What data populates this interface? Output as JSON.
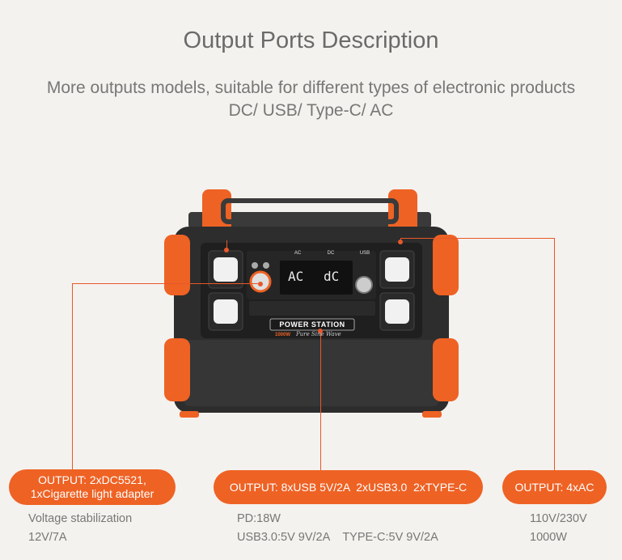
{
  "header": {
    "title": "Output Ports Description",
    "subtitle_line1": "More outputs models, suitable for different types of electronic products",
    "subtitle_line2": "DC/ USB/ Type-C/ AC"
  },
  "device": {
    "brand_label": "POWER STATION",
    "tagline": "Pure Sine Wave",
    "capacity_badge": "1000W",
    "display_left": "AC",
    "display_right": "dC",
    "tab_dc": "DC",
    "tab_ac": "AC",
    "tab_usb": "USB"
  },
  "callouts": {
    "left": {
      "line1": "OUTPUT: 2xDC5521,",
      "line2": "1xCigarette light adapter"
    },
    "center": {
      "text": "OUTPUT: 8xUSB 5V/2A  2xUSB3.0  2xTYPE-C"
    },
    "right": {
      "text": "OUTPUT: 4xAC"
    }
  },
  "specs": {
    "left": {
      "line1": "Voltage stabilization",
      "line2": "12V/7A"
    },
    "center": {
      "line1": "PD:18W",
      "line2": "USB3.0:5V 9V/2A    TYPE-C:5V 9V/2A"
    },
    "right": {
      "line1": "110V/230V",
      "line2": "1000W"
    }
  },
  "colors": {
    "accent": "#ee6224",
    "line": "#e8572a",
    "body": "#2e2e2e",
    "text": "#777777"
  }
}
